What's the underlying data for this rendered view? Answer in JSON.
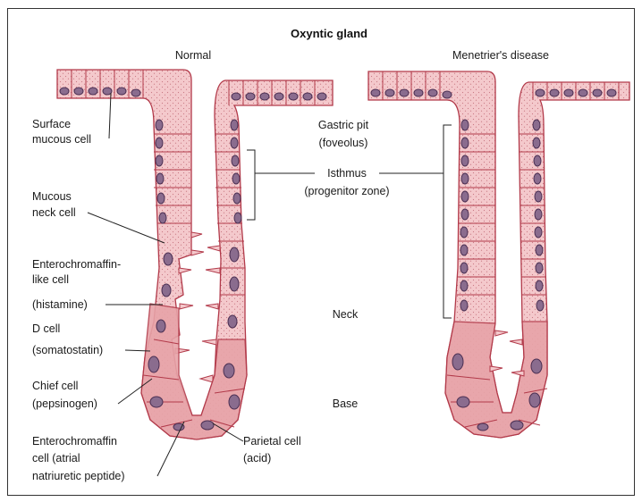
{
  "title": "Oxyntic gland",
  "panels": {
    "normal": "Normal",
    "menetrier": "Menetrier's disease"
  },
  "labels": {
    "surface_mucous": [
      "Surface",
      "mucous cell"
    ],
    "mucous_neck": [
      "Mucous",
      "neck cell"
    ],
    "ecl": [
      "Enterochromaffin-",
      "like cell",
      "(histamine)"
    ],
    "d_cell": [
      "D cell",
      "(somatostatin)"
    ],
    "chief": [
      "Chief cell",
      "(pepsinogen)"
    ],
    "ec_anp": [
      "Enterochromaffin",
      "cell (atrial",
      "natriuretic peptide)"
    ],
    "parietal": [
      "Parietal cell",
      "(acid)"
    ],
    "gastric_pit": [
      "Gastric pit",
      "(foveolus)"
    ],
    "isthmus": [
      "Isthmus",
      "(progenitor zone)"
    ],
    "neck": "Neck",
    "base": "Base"
  },
  "colors": {
    "cytoplasm": "#f4c9cc",
    "tissue_dark": "#e7a3a8",
    "cell_border": "#b23a4a",
    "nucleus": "#8a6c8e",
    "nucleus_border": "#4b2f52",
    "dots": "#c97a84"
  }
}
